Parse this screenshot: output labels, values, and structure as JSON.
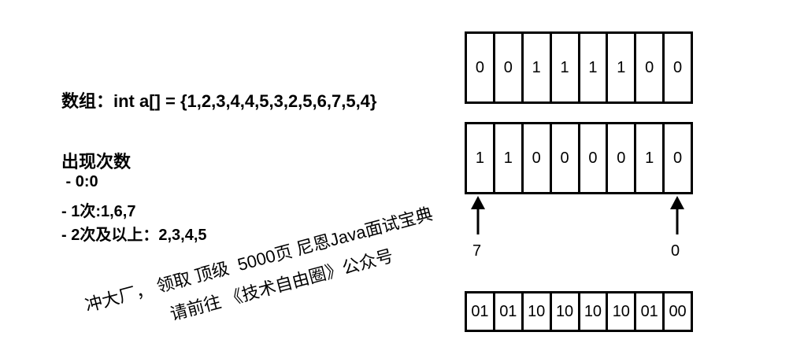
{
  "array_label": "数组：int a[] = {1,2,3,4,4,5,3,2,5,6,7,5,4}",
  "counts": {
    "title": "出现次数",
    "lines": [
      " - 0:0",
      "- 1次:1,6,7",
      "- 2次及以上：2,3,4,5"
    ]
  },
  "bitmap_rows": [
    [
      "0",
      "0",
      "1",
      "1",
      "1",
      "1",
      "0",
      "0"
    ],
    [
      "1",
      "1",
      "0",
      "0",
      "0",
      "0",
      "1",
      "0"
    ],
    [
      "01",
      "01",
      "10",
      "10",
      "10",
      "10",
      "01",
      "00"
    ]
  ],
  "pointers": {
    "left_label": "7",
    "right_label": "0"
  },
  "watermark": {
    "line1": "冲大厂， 领取 顶级  5000页 尼恩Java面试宝典",
    "line2": "请前往 《技术自由圈》公众号"
  }
}
